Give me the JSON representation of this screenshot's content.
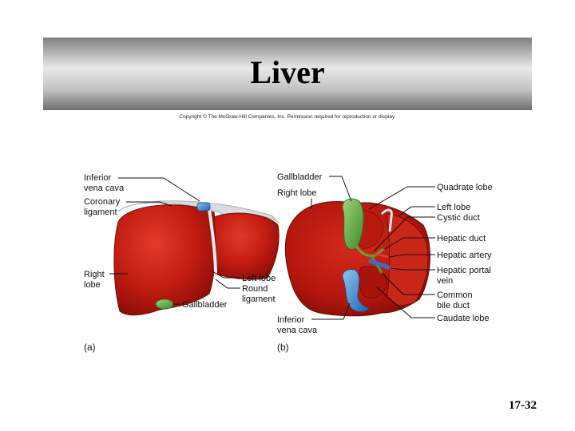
{
  "slide": {
    "title": "Liver",
    "copyright": "Copyright © The McGraw-Hill Companies, Inc. Permission required for reproduction or display.",
    "slide_number": "17-32"
  },
  "figure": {
    "panel_a": {
      "tag": "(a)",
      "labels": {
        "inferior_vena_cava_l1": "Inferior",
        "inferior_vena_cava_l2": "vena cava",
        "coronary_ligament_l1": "Coronary",
        "coronary_ligament_l2": "ligament",
        "right_lobe_l1": "Right",
        "right_lobe_l2": "lobe",
        "left_lobe": "Left lobe",
        "round_ligament_l1": "Round",
        "round_ligament_l2": "ligament",
        "gallbladder": "Gallbladder"
      }
    },
    "panel_b": {
      "tag": "(b)",
      "labels": {
        "gallbladder": "Gallbladder",
        "right_lobe": "Right lobe",
        "inferior_vena_cava_l1": "Inferior",
        "inferior_vena_cava_l2": "vena cava",
        "quadrate_lobe": "Quadrate lobe",
        "left_lobe": "Left lobe",
        "cystic_duct": "Cystic duct",
        "hepatic_duct": "Hepatic duct",
        "hepatic_artery": "Hepatic artery",
        "hepatic_portal_vein_l1": "Hepatic portal",
        "hepatic_portal_vein_l2": "vein",
        "common_bile_duct_l1": "Common",
        "common_bile_duct_l2": "bile duct",
        "caudate_lobe": "Caudate lobe"
      }
    }
  }
}
